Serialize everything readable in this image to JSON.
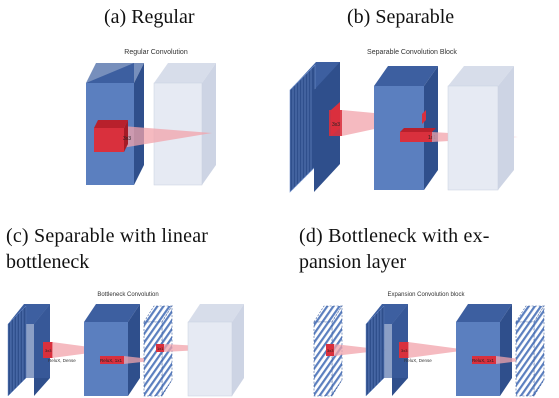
{
  "captions": {
    "a": "(a) Regular",
    "b": "(b) Separable",
    "c_line1": "(c) Separable with linear",
    "c_line2": "bottleneck",
    "d_line1": "(d) Bottleneck with ex-",
    "d_line2": "pansion layer"
  },
  "panels": {
    "a": {
      "title": "Regular Convolution",
      "kernel_label": "3x3"
    },
    "b": {
      "title": "Separable Convolution Block",
      "label_depthwise": "3x3",
      "label_pointwise": "1x1"
    },
    "c": {
      "title": "Bottleneck Convolution",
      "label_1": "ReluX, Dense",
      "label_2": "ReluX, 1x1",
      "label_3": "3x3",
      "label_4": "1x1"
    },
    "d": {
      "title": "Expansion Convolution block",
      "label_1": "3x3",
      "label_2": "ReluX, Dense",
      "label_3": "3x3",
      "label_4": "ReluX, 1x1"
    }
  },
  "colors": {
    "block_front": "#5b7fbf",
    "block_top": "#3d5fa0",
    "block_side": "#2f4f8c",
    "pale_front": "#e6eaf3",
    "pale_side": "#d7ddea",
    "kernel": "#d9303d",
    "beam": "#f2a3ab"
  }
}
